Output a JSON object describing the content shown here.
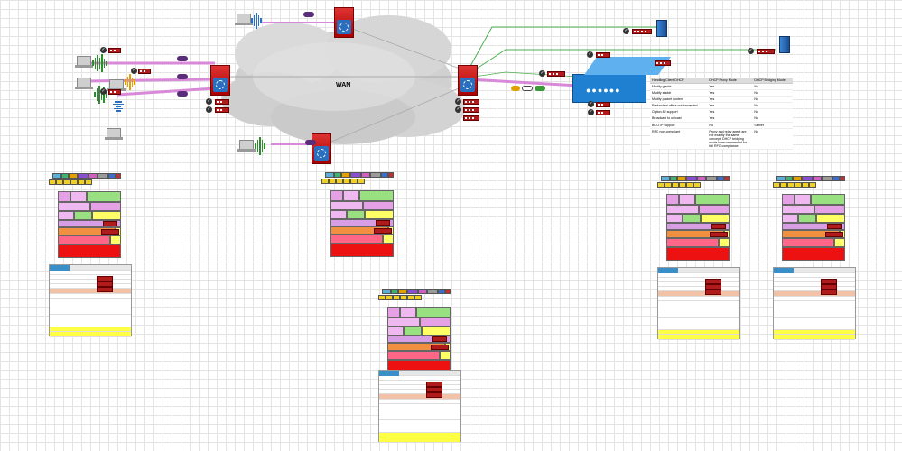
{
  "diagram": {
    "cloud_label": "WAN",
    "colors": {
      "router": "#cc2222",
      "switch": "#1f7fd0",
      "server": "#2a6fbf",
      "link_pink": "#d88ad8",
      "link_green": "#4caf50",
      "tag": "#b01c1c"
    },
    "icons": [
      "router-icon",
      "multilayer-switch-icon",
      "server-icon",
      "laptop-icon",
      "check-icon",
      "cloud-icon"
    ]
  },
  "table": {
    "headers": [
      "Handling Client DHCP",
      "DHCP Proxy Mode",
      "DHCP Bridging Mode"
    ],
    "rows": [
      [
        "Modify giaddr",
        "Yes",
        "No"
      ],
      [
        "Modify siaddr",
        "Yes",
        "No"
      ],
      [
        "Modify packet content",
        "Yes",
        "No"
      ],
      [
        "Redundant offers not forwarded",
        "Yes",
        "No"
      ],
      [
        "Option 82 support",
        "Yes",
        "No"
      ],
      [
        "Broadcast to unicast",
        "Yes",
        "No"
      ],
      [
        "BOOTP support",
        "No",
        "Server"
      ],
      [
        "RFC non-compliant",
        "Proxy and relay agent are not exactly the same concept. DHCP bridging mode is recommended for full RFC compliance.",
        "No"
      ]
    ]
  }
}
